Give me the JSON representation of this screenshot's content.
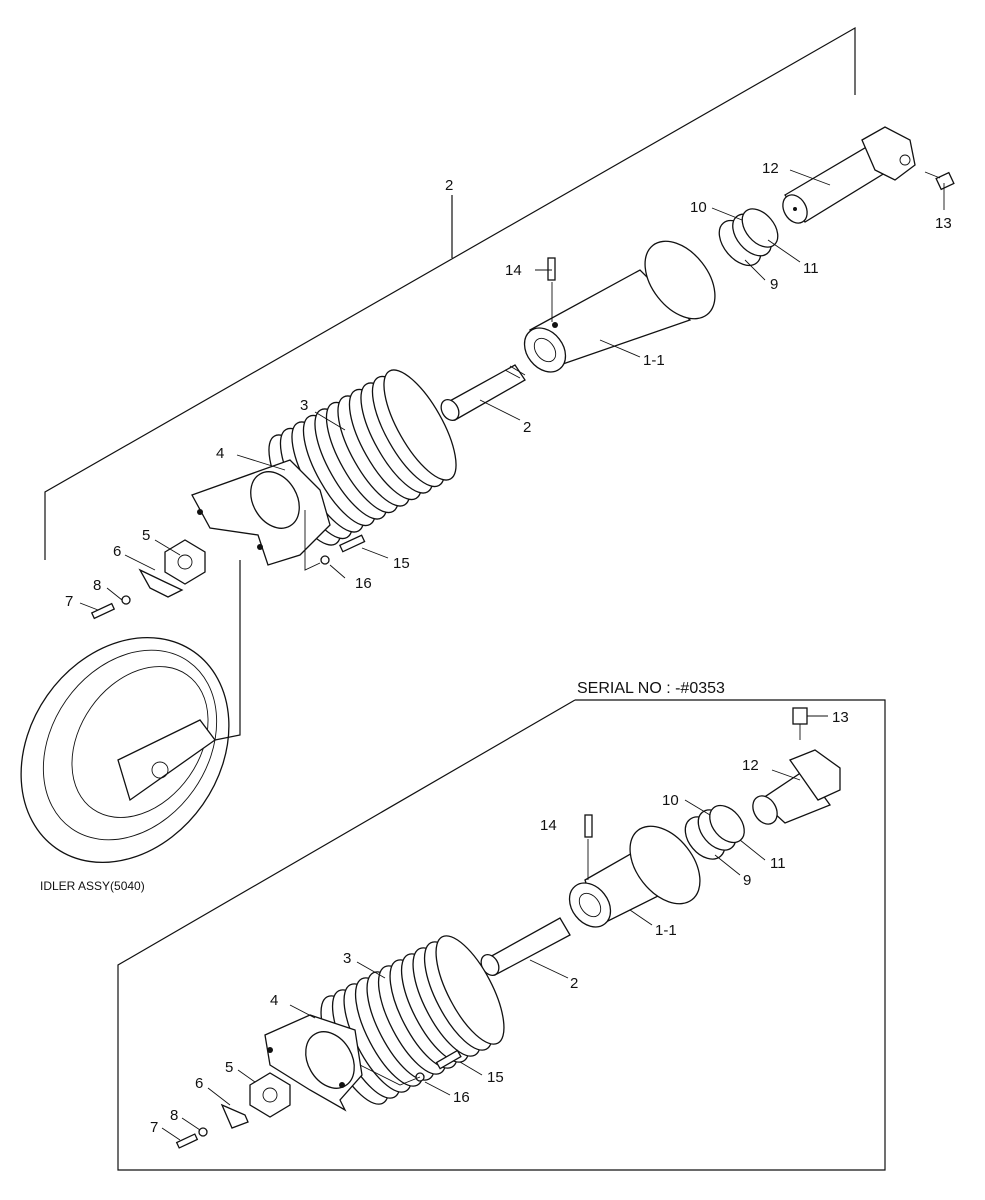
{
  "labels": {
    "top": {
      "assy": "2",
      "p14": "14",
      "p12": "12",
      "p13": "13",
      "p10": "10",
      "p11": "11",
      "p9": "9",
      "p1_1": "1-1",
      "p2": "2",
      "p3": "3",
      "p4": "4",
      "p5": "5",
      "p6": "6",
      "p8": "8",
      "p7": "7",
      "p15": "15",
      "p16": "16"
    },
    "idler": "IDLER ASSY(5040)",
    "serial": "SERIAL NO : -#0353",
    "bottom": {
      "p13": "13",
      "p12": "12",
      "p10": "10",
      "p11": "11",
      "p9": "9",
      "p14": "14",
      "p1_1": "1-1",
      "p2": "2",
      "p3": "3",
      "p4": "4",
      "p5": "5",
      "p6": "6",
      "p8": "8",
      "p7": "7",
      "p15": "15",
      "p16": "16"
    }
  }
}
